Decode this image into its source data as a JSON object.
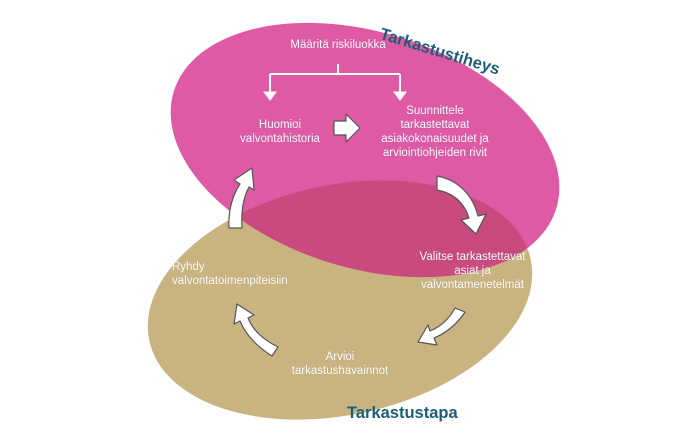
{
  "colors": {
    "top_ellipse": "#de5aa5",
    "bottom_ellipse": "#c9b381",
    "overlap": "#c84a7e",
    "arrow_fill": "#ffffff",
    "arrow_stroke": "#555555",
    "title_color": "#1b5f77"
  },
  "titles": {
    "top": "Tarkastustiheys",
    "bottom": "Tarkastustapa"
  },
  "steps": {
    "risk_class": "Määritä riskiluokka",
    "history": [
      "Huomioi",
      "valvontahistoria"
    ],
    "plan": [
      "Suunnittele",
      "tarkastettavat",
      "asiakokonaisuudet ja",
      "arviointiohjeiden rivit"
    ],
    "select": [
      "Valitse tarkastettavat",
      "asiat ja",
      "valvontamenetelmät"
    ],
    "assess": [
      "Arvioi",
      "tarkastushavainnot"
    ],
    "act": [
      "Ryhdy",
      "valvontatoimenpiteisiin"
    ]
  },
  "icons": {
    "bracket": "bracket-split-arrow-icon",
    "arrows": [
      "arrow-right-icon",
      "arrow-curve-down-icon",
      "arrow-down-left-icon",
      "arrow-left-up-icon",
      "arrow-up-icon"
    ]
  }
}
